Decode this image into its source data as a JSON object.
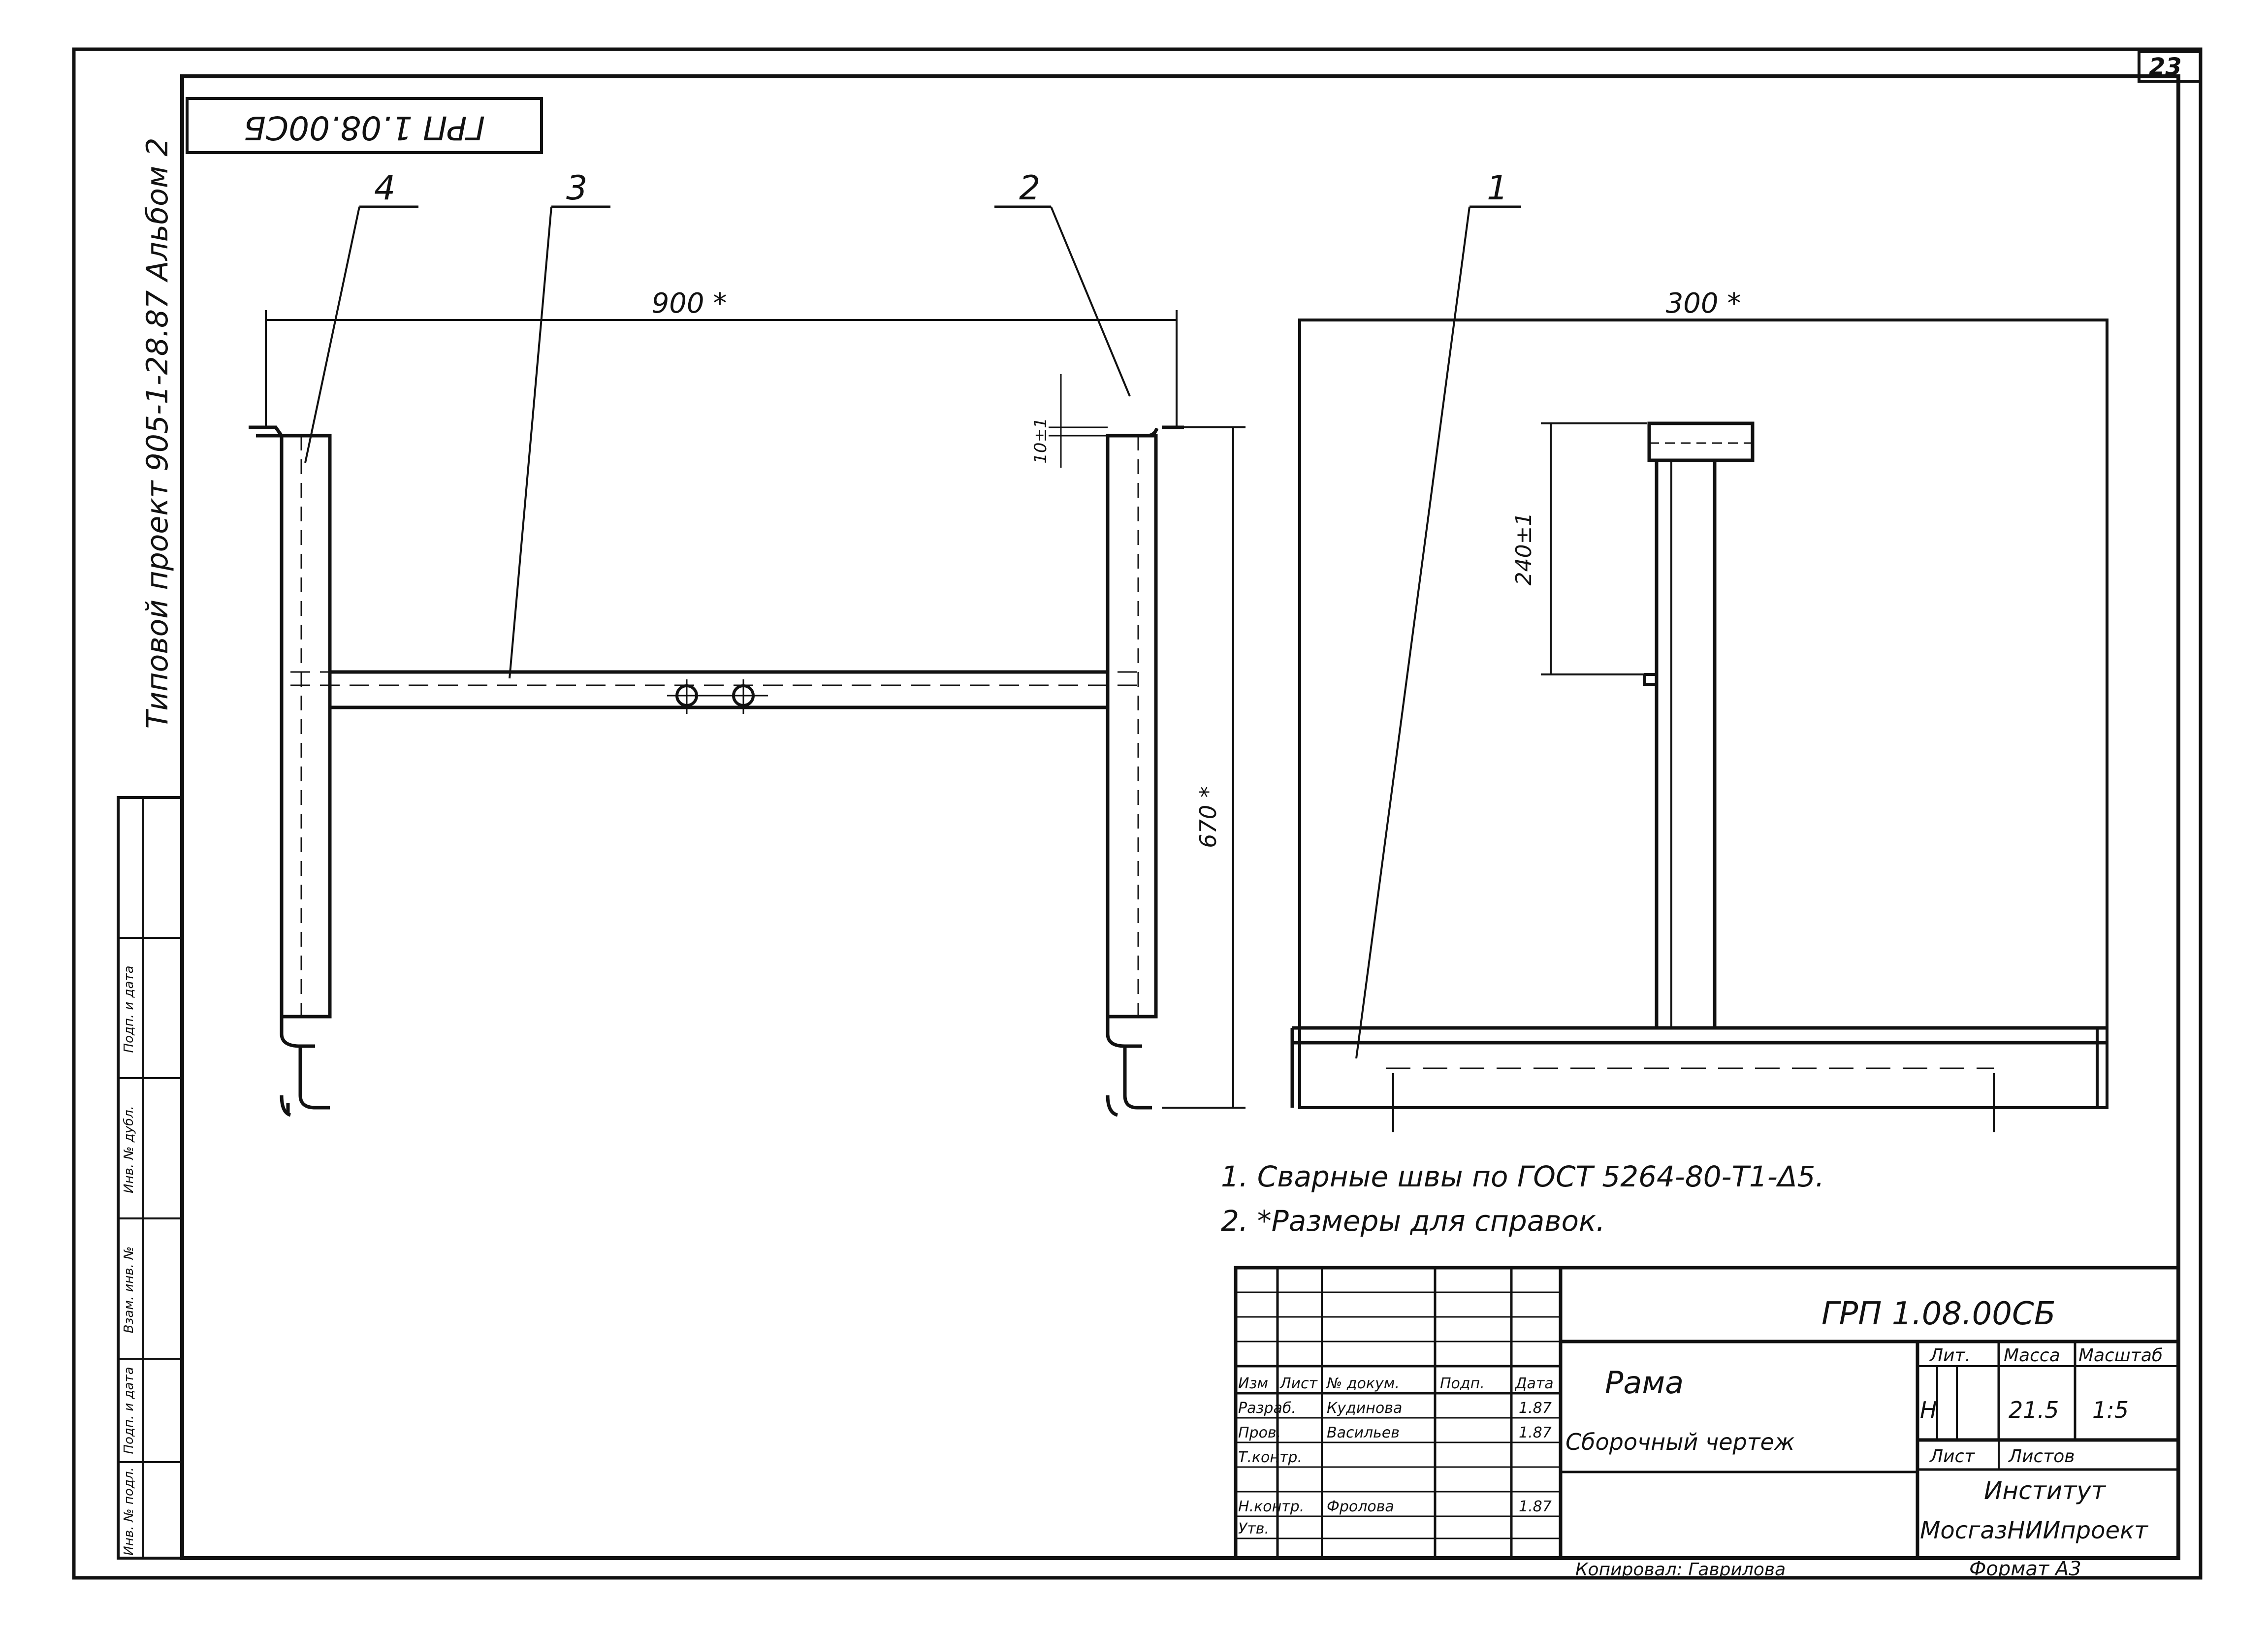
{
  "sheet_number": "23",
  "drawing_code": "ГРП 1.08.00СБ",
  "drawing_code_rotated": "ГРП 1.08.00СБ",
  "side_label": "Типовой проект 905-1-28.87  Альбом 2",
  "leaders": [
    "4",
    "3",
    "2",
    "1"
  ],
  "dimensions": {
    "front_width": "900 *",
    "side_width": "300 *",
    "offset": "10±1",
    "height": "670 *",
    "bracket": "240±1"
  },
  "notes": [
    "1. Сварные швы по ГОСТ 5264-80-Т1-Δ5.",
    "2. *Размеры для справок."
  ],
  "title_block": {
    "code": "ГРП 1.08.00СБ",
    "name": "Рама",
    "subtitle": "Сборочный чертеж",
    "lit_header": "Лит.",
    "mass_header": "Масса",
    "scale_header": "Масштаб",
    "lit_value": "Н",
    "mass_value": "21.5",
    "scale_value": "1:5",
    "sheet_label": "Лист",
    "sheets_label": "Листов",
    "org_line1": "Институт",
    "org_line2": "МосгазНИИпроект",
    "copied_by": "Копировал: Гаврилова",
    "format": "Формат А3",
    "headers": [
      "Изм",
      "Лист",
      "№ докум.",
      "Подп.",
      "Дата"
    ],
    "rows": [
      {
        "role": "Разраб.",
        "name": "Кудинова",
        "date": "1.87"
      },
      {
        "role": "Пров.",
        "name": "Васильев",
        "date": "1.87"
      },
      {
        "role": "Т.контр.",
        "name": "",
        "date": ""
      },
      {
        "role": "Н.контр.",
        "name": "Фролова",
        "date": "1.87"
      },
      {
        "role": "Утв.",
        "name": "",
        "date": ""
      }
    ]
  },
  "left_strip_labels": [
    "Инв. № подл.",
    "Подп. и дата",
    "Взам. инв. №",
    "Инв. № дубл.",
    "Подп. и дата"
  ]
}
